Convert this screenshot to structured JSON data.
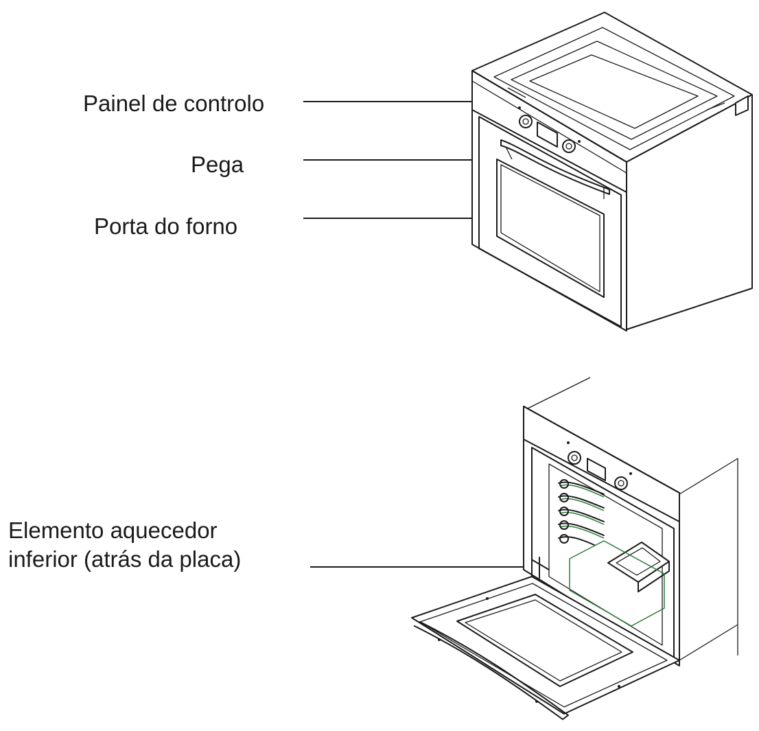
{
  "labels": {
    "control_panel": "Painel de controlo",
    "handle": "Pega",
    "oven_door": "Porta do forno",
    "lower_heater_line1": "Elemento aquecedor",
    "lower_heater_line2": "inferior (atrás da placa)"
  },
  "colors": {
    "line": "#1a1a1a",
    "accent_green": "#2e7d3a",
    "background": "#ffffff"
  }
}
